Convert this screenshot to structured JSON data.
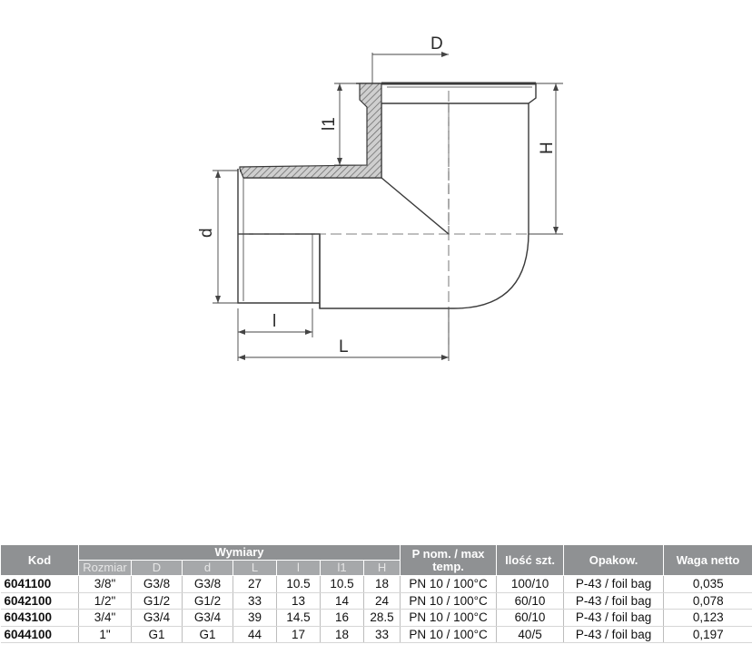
{
  "drawing": {
    "labels": {
      "D": "D",
      "H": "H",
      "l1": "l1",
      "d": "d",
      "l": "l",
      "L": "L"
    }
  },
  "table": {
    "headers": {
      "kod": "Kod",
      "wymiary": "Wymiary",
      "pnom": "P nom. / max temp.",
      "ilosc": "Ilość szt.",
      "opakow": "Opakow.",
      "waga": "Waga netto"
    },
    "subheaders": [
      "Rozmiar",
      "D",
      "d",
      "L",
      "l",
      "l1",
      "H"
    ],
    "rows": [
      [
        "6041100",
        "3/8\"",
        "G3/8",
        "G3/8",
        "27",
        "10.5",
        "10.5",
        "18",
        "PN 10 / 100°C",
        "100/10",
        "P-43 / foil bag",
        "0,035"
      ],
      [
        "6042100",
        "1/2\"",
        "G1/2",
        "G1/2",
        "33",
        "13",
        "14",
        "24",
        "PN 10 / 100°C",
        "60/10",
        "P-43 / foil bag",
        "0,078"
      ],
      [
        "6043100",
        "3/4\"",
        "G3/4",
        "G3/4",
        "39",
        "14.5",
        "16",
        "28.5",
        "PN 10 / 100°C",
        "60/10",
        "P-43 / foil bag",
        "0,123"
      ],
      [
        "6044100",
        "1\"",
        "G1",
        "G1",
        "44",
        "17",
        "18",
        "33",
        "PN 10 / 100°C",
        "40/5",
        "P-43 / foil bag",
        "0,197"
      ]
    ]
  },
  "colors": {
    "header_bg": "#8f9193",
    "subheader_bg": "#a6a8aa",
    "line": "#3a3a3a",
    "hatch_fill": "#9a9a9a"
  }
}
